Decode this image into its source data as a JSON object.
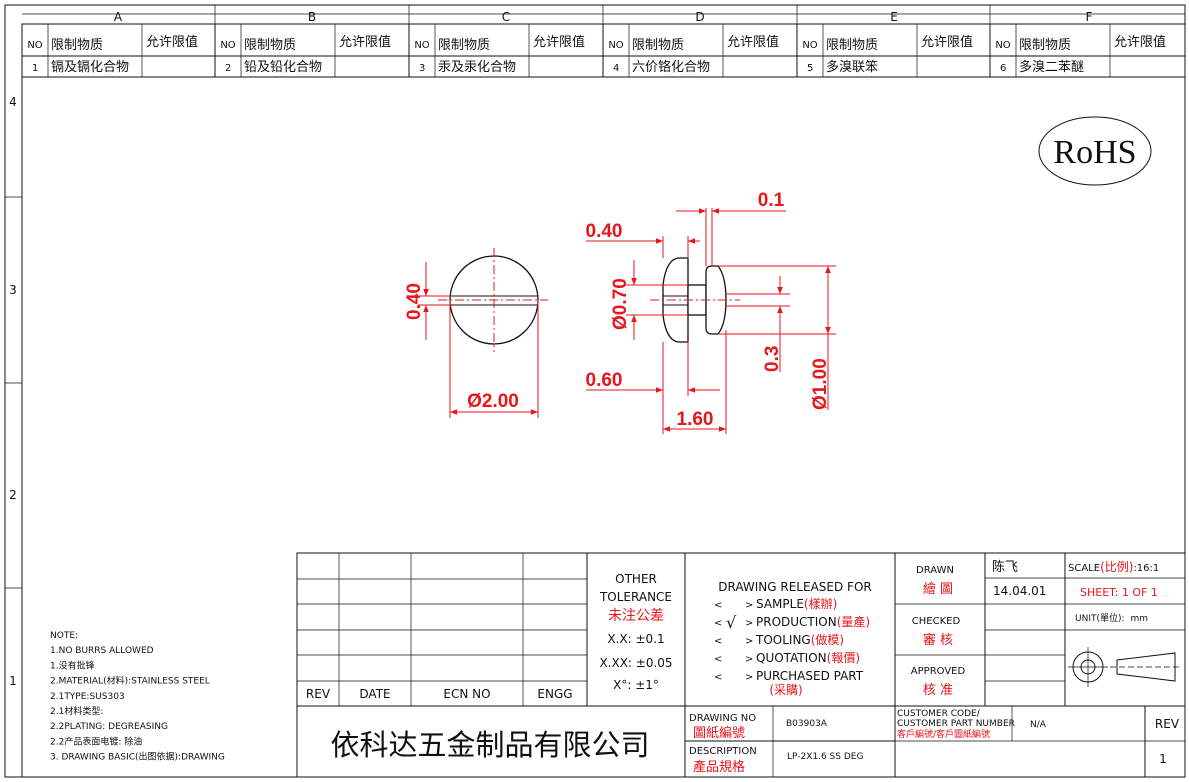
{
  "zone_cols": [
    "A",
    "B",
    "C",
    "D",
    "E",
    "F"
  ],
  "zone_rows": [
    "4",
    "3",
    "2",
    "1"
  ],
  "substance_header": {
    "no": "NO",
    "substance": "限制物质",
    "limit": "允许限值"
  },
  "substances": [
    {
      "no": "1",
      "name": "镉及镉化合物"
    },
    {
      "no": "2",
      "name": "铅及铅化合物"
    },
    {
      "no": "3",
      "name": "汞及汞化合物"
    },
    {
      "no": "4",
      "name": "六价铬化合物"
    },
    {
      "no": "5",
      "name": "多溴联笨"
    },
    {
      "no": "6",
      "name": "多溴二苯醚"
    }
  ],
  "rohs": "RoHS",
  "dims": {
    "slot_width": "0.40",
    "head_dia": "Ø2.00",
    "head_thk": "0.40",
    "gap": "0.1",
    "neck_dia": "Ø0.70",
    "pin_dia": "0.3",
    "flange": "Ø1.00",
    "neck_len": "0.60",
    "total_len": "1.60"
  },
  "notes": [
    "NOTE:",
    "1.NO BURRS ALLOWED",
    "1.没有批锋",
    "2.MATERIAL(材料):STAINLESS STEEL",
    "2.1TYPE:SUS303",
    "2.1材料类型:",
    "2.2PLATING: DEGREASING",
    "2.2产品表面电镀: 除油",
    "3. DRAWING BASIC(出图依据):DRAWING"
  ],
  "rev_header": {
    "rev": "REV",
    "date": "DATE",
    "ecn": "ECN NO",
    "engg": "ENGG"
  },
  "tolerance": {
    "title1": "OTHER",
    "title2": "TOLERANCE",
    "title_cn": "未注公差",
    "xx": "X.X: ±0.1",
    "xxx": "X.XX: ±0.05",
    "angle": "X°: ±1°"
  },
  "release": {
    "title": "DRAWING RELEASED FOR",
    "items": [
      {
        "mark": "",
        "label": "SAMPLE",
        "cn": "(樣辦)"
      },
      {
        "mark": "√",
        "label": "PRODUCTION",
        "cn": "(量產)"
      },
      {
        "mark": "",
        "label": "TOOLING",
        "cn": "(做模)"
      },
      {
        "mark": "",
        "label": "QUOTATION",
        "cn": "(報價)"
      },
      {
        "mark": "",
        "label": "PURCHASED PART",
        "cn": "(采購)"
      }
    ]
  },
  "signoff": {
    "drawn": "DRAWN",
    "drawn_cn": "繪 圖",
    "drawn_by": "陈飞",
    "drawn_date": "14.04.01",
    "checked": "CHECKED",
    "checked_cn": "審 核",
    "approved": "APPROVED",
    "approved_cn": "核 准"
  },
  "scale": {
    "label": "SCALE",
    "cn": "(比例)",
    "value": ":16:1"
  },
  "sheet": {
    "text": "SHEET:  1 OF 1"
  },
  "unit": {
    "label": "UNIT(單位):",
    "value": "mm"
  },
  "company": "依科达五金制品有限公司",
  "drawing_no": {
    "label": "DRAWING NO",
    "cn": "圖紙編號",
    "value": "B03903A"
  },
  "description": {
    "label": "DESCRIPTION",
    "cn": "產品規格",
    "value": "LP-2X1.6 SS DEG"
  },
  "customer": {
    "l1": "CUSTOMER CODE/",
    "l2": "CUSTOMER PART NUMBER",
    "l3": "客戶編號/客戶圖紙編號",
    "value": "N/A"
  },
  "rev_box": {
    "label": "REV",
    "value": "1"
  }
}
